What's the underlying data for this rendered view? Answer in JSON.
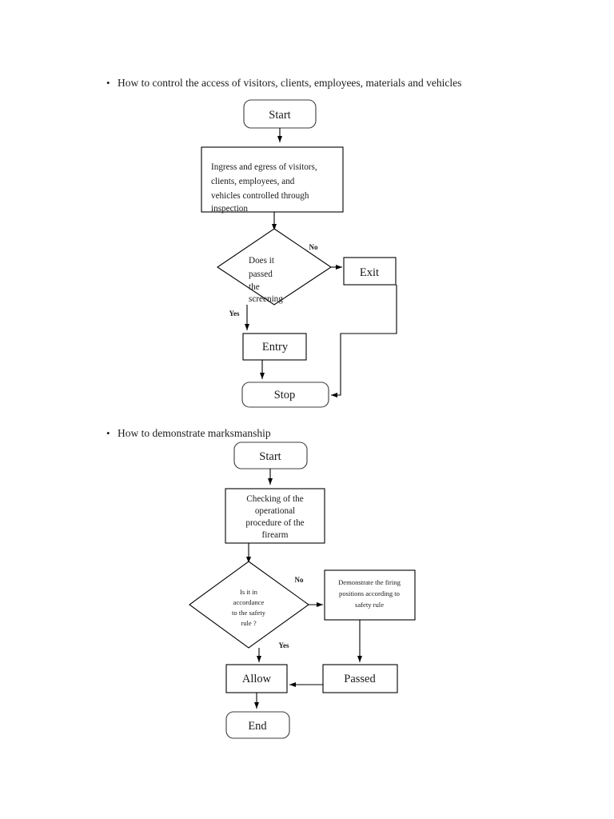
{
  "document": {
    "bullets": [
      {
        "marker": "•",
        "text": "How to control the access of visitors, clients, employees, materials and vehicles"
      },
      {
        "marker": "•",
        "text": "How to demonstrate marksmanship"
      }
    ]
  },
  "chart_data": [
    {
      "type": "diagram",
      "title": "How to control the access of visitors, clients, employees, materials and vehicles",
      "nodes": [
        {
          "id": "start1",
          "shape": "rounded-rectangle",
          "label": "Start"
        },
        {
          "id": "process1",
          "shape": "rectangle",
          "label": "Ingress and egress of visitors, clients, employees, and vehicles controlled through inspection"
        },
        {
          "id": "decision1",
          "shape": "diamond",
          "label": "Does it passed the screening"
        },
        {
          "id": "exit1",
          "shape": "rectangle",
          "label": "Exit"
        },
        {
          "id": "entry1",
          "shape": "rectangle",
          "label": "Entry"
        },
        {
          "id": "stop1",
          "shape": "rounded-rectangle",
          "label": "Stop"
        }
      ],
      "edges": [
        {
          "from": "start1",
          "to": "process1",
          "label": ""
        },
        {
          "from": "process1",
          "to": "decision1",
          "label": ""
        },
        {
          "from": "decision1",
          "to": "exit1",
          "label": "No"
        },
        {
          "from": "decision1",
          "to": "entry1",
          "label": "Yes"
        },
        {
          "from": "entry1",
          "to": "stop1",
          "label": ""
        },
        {
          "from": "exit1",
          "to": "stop1",
          "label": ""
        }
      ],
      "lines": {
        "process1": [
          "Ingress and egress of visitors,",
          "clients, employees, and",
          "vehicles controlled through",
          "inspection"
        ],
        "decision1": [
          "Does it",
          "passed",
          "the",
          "screening"
        ]
      }
    },
    {
      "type": "diagram",
      "title": "How to demonstrate marksmanship",
      "nodes": [
        {
          "id": "start2",
          "shape": "rounded-rectangle",
          "label": "Start"
        },
        {
          "id": "process2",
          "shape": "rectangle",
          "label": "Checking of the operational procedure of the firearm"
        },
        {
          "id": "decision2",
          "shape": "diamond",
          "label": "Is it in accordance to the safety rule ?"
        },
        {
          "id": "demo2",
          "shape": "rectangle",
          "label": "Demonstrate the firing positions according to safety rule"
        },
        {
          "id": "allow2",
          "shape": "rectangle",
          "label": "Allow"
        },
        {
          "id": "passed2",
          "shape": "rectangle",
          "label": "Passed"
        },
        {
          "id": "end2",
          "shape": "rounded-rectangle",
          "label": "End"
        }
      ],
      "edges": [
        {
          "from": "start2",
          "to": "process2",
          "label": ""
        },
        {
          "from": "process2",
          "to": "decision2",
          "label": ""
        },
        {
          "from": "decision2",
          "to": "demo2",
          "label": "No"
        },
        {
          "from": "decision2",
          "to": "allow2",
          "label": "Yes"
        },
        {
          "from": "demo2",
          "to": "passed2",
          "label": ""
        },
        {
          "from": "passed2",
          "to": "allow2",
          "label": ""
        },
        {
          "from": "allow2",
          "to": "end2",
          "label": ""
        }
      ],
      "lines": {
        "process2": [
          "Checking of the",
          "operational",
          "procedure of the",
          "firearm"
        ],
        "decision2": [
          "Is it in",
          "accordance",
          "to the safety",
          "rule ?"
        ],
        "demo2": [
          "Demonstrate the firing",
          "positions according to",
          "safety rule"
        ]
      }
    }
  ]
}
